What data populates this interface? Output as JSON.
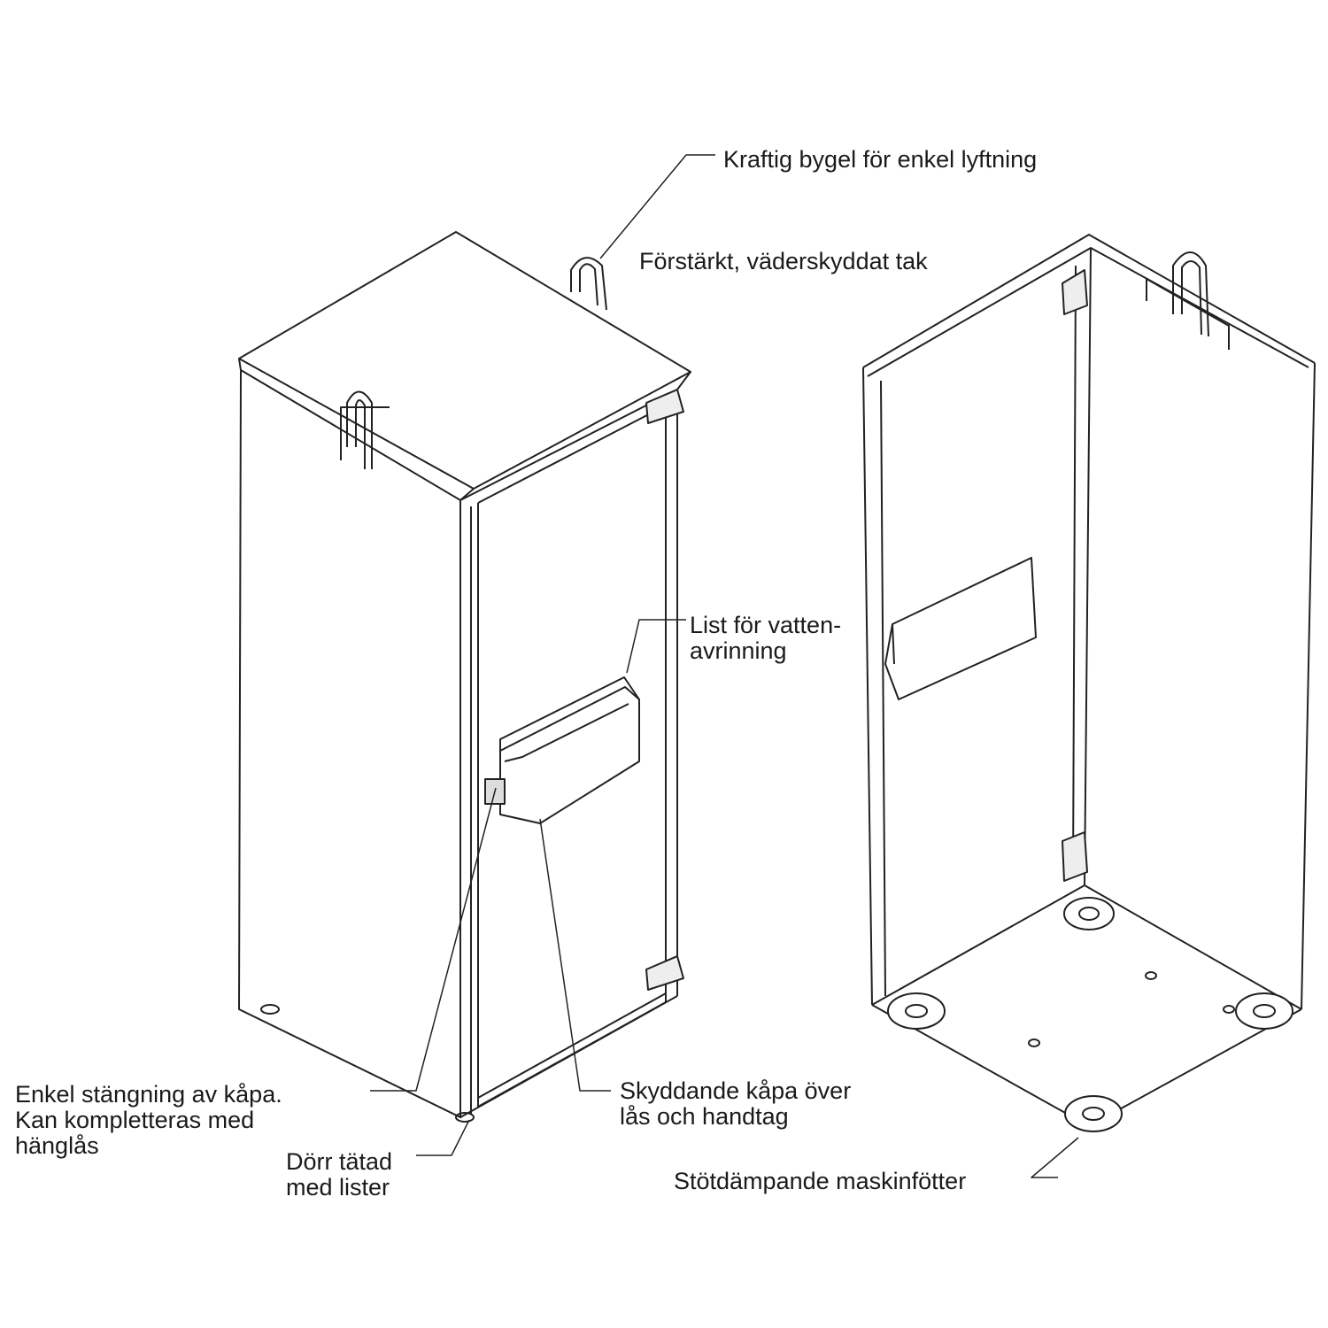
{
  "labels": {
    "lifting_handle": "Kraftig bygel för enkel lyftning",
    "roof": "Förstärkt, väderskyddat tak",
    "drip_strip": [
      "List för vatten-",
      "avrinning"
    ],
    "closure": [
      "Enkel stängning av kåpa.",
      "Kan kompletteras med",
      "hänglås"
    ],
    "door_seal": [
      "Dörr tätad",
      "med lister"
    ],
    "cover": [
      "Skyddande kåpa över",
      "lås och handtag"
    ],
    "feet": "Stötdämpande maskinfötter"
  }
}
